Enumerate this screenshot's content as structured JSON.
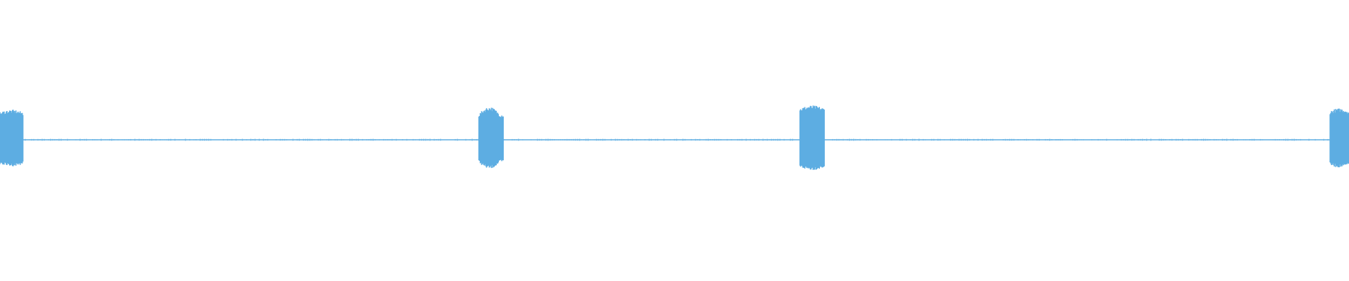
{
  "waveform": {
    "color": "#5dade2",
    "background": "#ffffff",
    "center_amplitude": 0,
    "bursts": [
      {
        "start": 0.0,
        "end": 0.017,
        "peak": 0.42,
        "shape": "flat"
      },
      {
        "start": 0.355,
        "end": 0.373,
        "peak": 0.46,
        "shape": "swell"
      },
      {
        "start": 0.593,
        "end": 0.611,
        "peak": 0.48,
        "shape": "flat"
      },
      {
        "start": 0.986,
        "end": 1.0,
        "peak": 0.44,
        "shape": "flat"
      }
    ],
    "noise_floor": 0.008
  }
}
